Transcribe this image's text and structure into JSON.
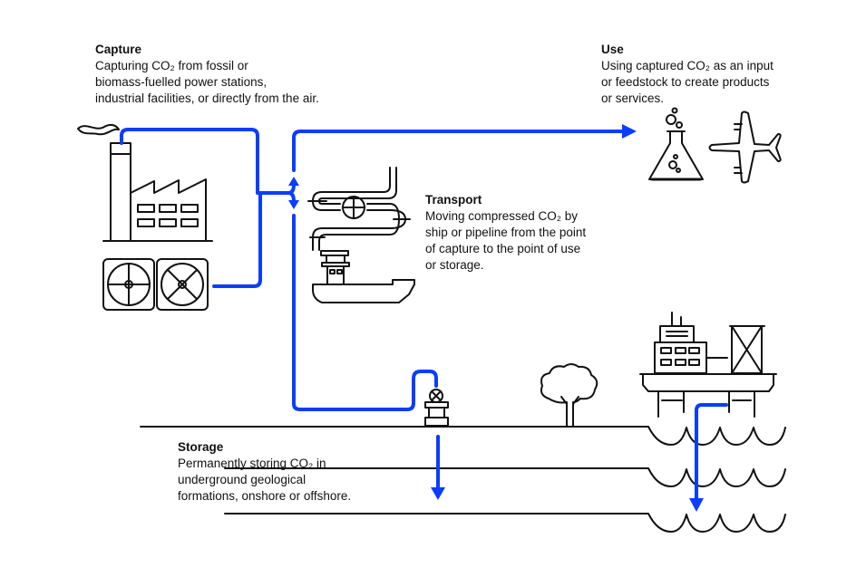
{
  "colors": {
    "flow": "#0a3dff",
    "line": "#111111"
  },
  "capture": {
    "title": "Capture",
    "lines": [
      "Capturing CO₂ from fossil or",
      "biomass-fuelled power stations,",
      "industrial facilities, or directly from the air."
    ]
  },
  "use": {
    "title": "Use",
    "lines": [
      "Using captured CO₂ as an input",
      "or feedstock to create products",
      "or services."
    ]
  },
  "transport": {
    "title": "Transport",
    "lines": [
      "Moving compressed CO₂ by",
      "ship or pipeline from the point",
      "of capture to the point of use",
      "or storage."
    ]
  },
  "storage": {
    "title": "Storage",
    "lines": [
      "Permanently storing CO₂ in",
      "underground geological",
      "formations, onshore or offshore."
    ]
  },
  "icons": [
    "factory-icon",
    "direct-air-capture-fans-icon",
    "pipeline-icon",
    "ship-icon",
    "flask-icon",
    "airplane-icon",
    "wellhead-icon",
    "tree-icon",
    "offshore-platform-icon"
  ]
}
